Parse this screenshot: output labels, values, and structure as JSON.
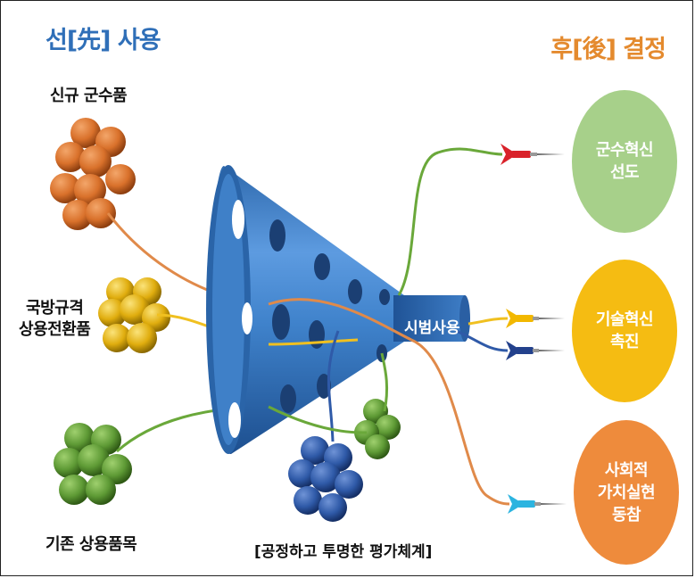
{
  "headings": {
    "left": "선[先] 사용",
    "right": "후[後] 결정"
  },
  "sources": {
    "new": "신규 군수품",
    "standard_line1": "국방규격",
    "standard_line2": "상용전환품",
    "existing": "기존 상용품목"
  },
  "funnel": {
    "pilot_label": "시범사용",
    "evaluation_label": "[공정하고 투명한 평가체계]"
  },
  "outcomes": [
    {
      "text": "군수혁신\n선도",
      "color": "#a7d08a"
    },
    {
      "text": "기술혁신\n촉진",
      "color": "#f5bc12"
    },
    {
      "text": "사회적\n가치실현\n동참",
      "color": "#ee8b3c"
    }
  ],
  "colors": {
    "orange": "#d9712b",
    "yellow": "#e8b610",
    "green": "#5e9a35",
    "blue": "#2f5aa8",
    "funnel": "#3d7fc4",
    "dart_red": "#d9222a",
    "dart_yellow": "#f2b800",
    "dart_navy": "#23418c",
    "dart_cyan": "#2cb4e0"
  }
}
